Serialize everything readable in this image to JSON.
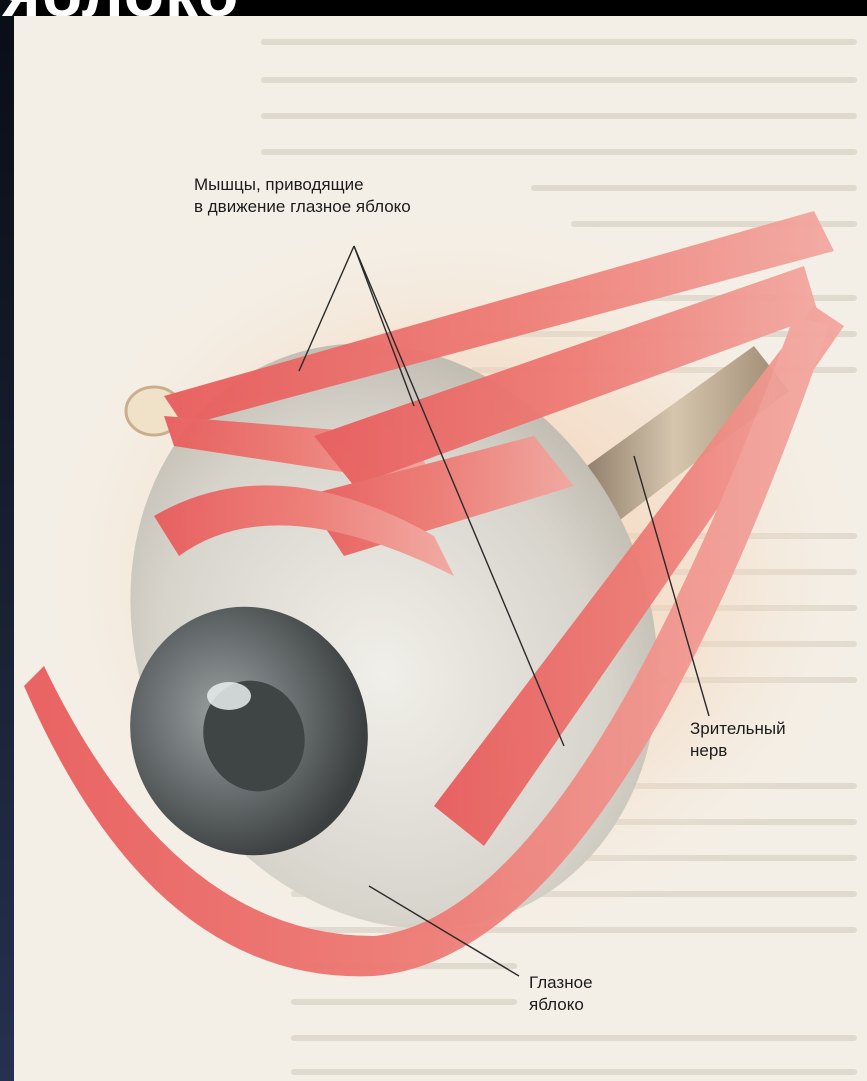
{
  "header": {
    "title_fragment": "яблоко"
  },
  "figure": {
    "labels": {
      "muscles": {
        "line1": "Мышцы, приводящие",
        "line2": "в движение глазное яблоко"
      },
      "optic_nerve": {
        "line1": "Зрительный",
        "line2": "нерв"
      },
      "eyeball": {
        "line1": "Глазное",
        "line2": "яблоко"
      }
    }
  },
  "colors": {
    "muscle": "#e65a5a",
    "paper": "#f4efe6",
    "iris": "#5d6364",
    "sclera": "#d8d6cf",
    "nerve": "#b9a58c"
  }
}
